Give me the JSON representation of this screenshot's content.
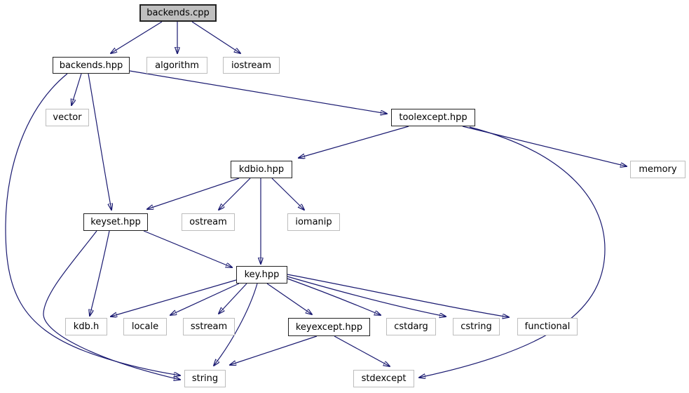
{
  "graph": {
    "type": "include-dependency-graph",
    "colors": {
      "edge": "#191970",
      "root_fill": "#bfbfbf",
      "linked_border": "#222222",
      "plain_border": "#bdbdbd",
      "node_fill": "#ffffff",
      "background": "#ffffff"
    },
    "nodes": [
      {
        "label": "backends.cpp",
        "type": "root"
      },
      {
        "label": "backends.hpp",
        "type": "linked"
      },
      {
        "label": "algorithm",
        "type": "plain"
      },
      {
        "label": "iostream",
        "type": "plain"
      },
      {
        "label": "vector",
        "type": "plain"
      },
      {
        "label": "toolexcept.hpp",
        "type": "linked"
      },
      {
        "label": "kdbio.hpp",
        "type": "linked"
      },
      {
        "label": "memory",
        "type": "plain"
      },
      {
        "label": "keyset.hpp",
        "type": "linked"
      },
      {
        "label": "ostream",
        "type": "plain"
      },
      {
        "label": "iomanip",
        "type": "plain"
      },
      {
        "label": "key.hpp",
        "type": "linked"
      },
      {
        "label": "kdb.h",
        "type": "plain"
      },
      {
        "label": "locale",
        "type": "plain"
      },
      {
        "label": "sstream",
        "type": "plain"
      },
      {
        "label": "keyexcept.hpp",
        "type": "linked"
      },
      {
        "label": "cstdarg",
        "type": "plain"
      },
      {
        "label": "cstring",
        "type": "plain"
      },
      {
        "label": "functional",
        "type": "plain"
      },
      {
        "label": "string",
        "type": "plain"
      },
      {
        "label": "stdexcept",
        "type": "plain"
      }
    ],
    "edges": [
      {
        "from": "backends.cpp",
        "to": "backends.hpp"
      },
      {
        "from": "backends.cpp",
        "to": "algorithm"
      },
      {
        "from": "backends.cpp",
        "to": "iostream"
      },
      {
        "from": "backends.hpp",
        "to": "vector"
      },
      {
        "from": "backends.hpp",
        "to": "keyset.hpp"
      },
      {
        "from": "backends.hpp",
        "to": "toolexcept.hpp"
      },
      {
        "from": "backends.hpp",
        "to": "string"
      },
      {
        "from": "toolexcept.hpp",
        "to": "kdbio.hpp"
      },
      {
        "from": "toolexcept.hpp",
        "to": "memory"
      },
      {
        "from": "toolexcept.hpp",
        "to": "stdexcept"
      },
      {
        "from": "kdbio.hpp",
        "to": "keyset.hpp"
      },
      {
        "from": "kdbio.hpp",
        "to": "ostream"
      },
      {
        "from": "kdbio.hpp",
        "to": "iomanip"
      },
      {
        "from": "kdbio.hpp",
        "to": "key.hpp"
      },
      {
        "from": "keyset.hpp",
        "to": "key.hpp"
      },
      {
        "from": "keyset.hpp",
        "to": "kdb.h"
      },
      {
        "from": "keyset.hpp",
        "to": "string"
      },
      {
        "from": "key.hpp",
        "to": "kdb.h"
      },
      {
        "from": "key.hpp",
        "to": "locale"
      },
      {
        "from": "key.hpp",
        "to": "sstream"
      },
      {
        "from": "key.hpp",
        "to": "keyexcept.hpp"
      },
      {
        "from": "key.hpp",
        "to": "cstdarg"
      },
      {
        "from": "key.hpp",
        "to": "cstring"
      },
      {
        "from": "key.hpp",
        "to": "functional"
      },
      {
        "from": "key.hpp",
        "to": "string"
      },
      {
        "from": "keyexcept.hpp",
        "to": "string"
      },
      {
        "from": "keyexcept.hpp",
        "to": "stdexcept"
      }
    ]
  }
}
